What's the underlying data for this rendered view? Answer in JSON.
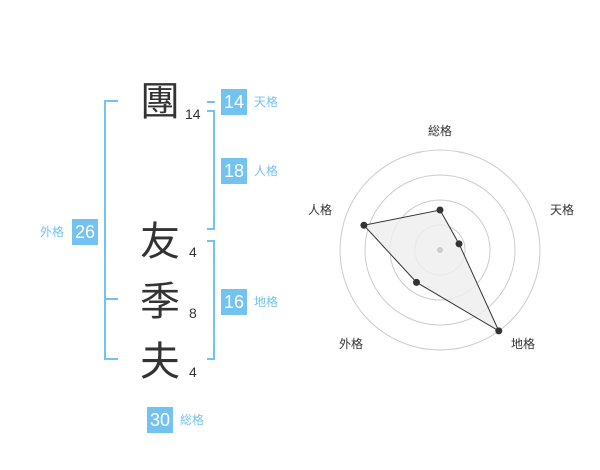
{
  "name_chars": [
    {
      "char": "團",
      "strokes": "14"
    },
    {
      "char": "友",
      "strokes": "4"
    },
    {
      "char": "季",
      "strokes": "8"
    },
    {
      "char": "夫",
      "strokes": "4"
    }
  ],
  "kakusu": {
    "tenkaku": {
      "value": "14",
      "label": "天格"
    },
    "jinkaku": {
      "value": "18",
      "label": "人格"
    },
    "chikaku": {
      "value": "16",
      "label": "地格"
    },
    "gaikaku": {
      "value": "26",
      "label": "外格"
    },
    "soukaku": {
      "value": "30",
      "label": "総格"
    }
  },
  "colors": {
    "accent": "#74c2f0",
    "text": "#333333",
    "grid": "#cccccc",
    "fill": "#eeeeee"
  },
  "chart_data": {
    "type": "radar",
    "axes": [
      "総格",
      "天格",
      "地格",
      "外格",
      "人格"
    ],
    "values": [
      2,
      1,
      5,
      2,
      4
    ],
    "max": 5,
    "rings": 4
  }
}
